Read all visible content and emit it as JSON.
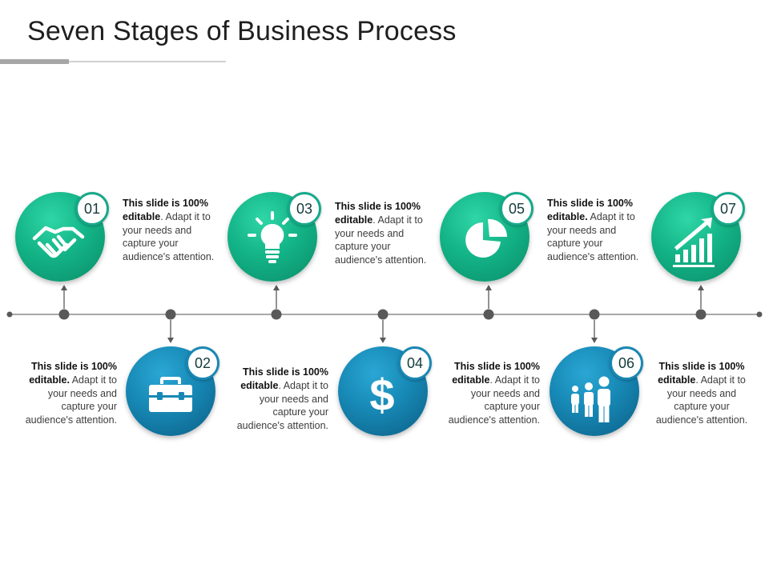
{
  "title": "Seven Stages of Business Process",
  "stages": [
    {
      "number": "01",
      "icon": "handshake-icon",
      "bold": "This slide is 100% editable",
      "rest": ". Adapt it to your needs and capture your audience's attention."
    },
    {
      "number": "02",
      "icon": "briefcase-icon",
      "bold": "This slide is 100% editable.",
      "rest": " Adapt it to your needs and capture your audience's attention."
    },
    {
      "number": "03",
      "icon": "lightbulb-icon",
      "bold": "This slide is 100% editable",
      "rest": ". Adapt it to your needs and capture your audience's attention."
    },
    {
      "number": "04",
      "icon": "dollar-icon",
      "bold": "This slide is 100% editable",
      "rest": ". Adapt it to your needs and capture your audience's attention."
    },
    {
      "number": "05",
      "icon": "pie-chart-icon",
      "bold": "This slide is 100% editable.",
      "rest": " Adapt it to your needs and capture your audience's attention."
    },
    {
      "number": "06",
      "icon": "people-icon",
      "bold": "This slide is 100% editable",
      "rest": ". Adapt it to your needs and capture your audience's attention."
    },
    {
      "number": "07",
      "icon": "growth-chart-icon",
      "bold": "This slide is 100% editable",
      "rest": ". Adapt it to your needs and capture your audience's attention."
    }
  ],
  "colors": {
    "green": "#13b487",
    "blue": "#1788b5",
    "line": "#595959"
  }
}
